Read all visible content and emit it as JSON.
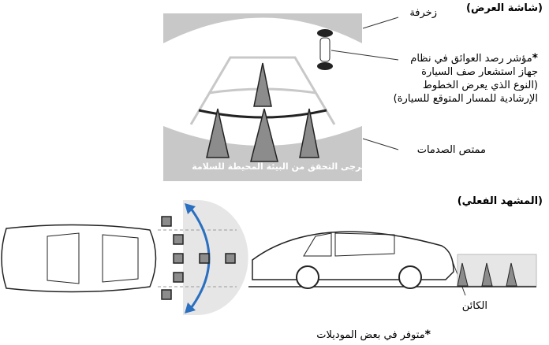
{
  "display_screen": {
    "heading": "(شاشة العرض)",
    "warning_text": "يرجى التحقق من البيئة المحيطة للسلامة",
    "labels": {
      "decoration": "زخرفة",
      "sensor_indicator_marker": "*",
      "sensor_indicator": [
        "مؤشر رصد العوائق في نظام",
        "جهاز استشعار صف السيارة",
        "(النوع الذي يعرض الخطوط",
        "الإرشادية للمسار المتوقع للسيارة)"
      ],
      "bumper": "ممتص الصدمات"
    }
  },
  "actual_scene": {
    "heading": "(المشهد الفعلي)",
    "object_label": "الكائن"
  },
  "footnote": {
    "marker": "*",
    "text": "متوفر في بعض الموديلات"
  },
  "colors": {
    "screen_gray": "#c8c8c8",
    "cone_gray": "#8c8c8c",
    "arrow_blue": "#2a6fc0"
  }
}
